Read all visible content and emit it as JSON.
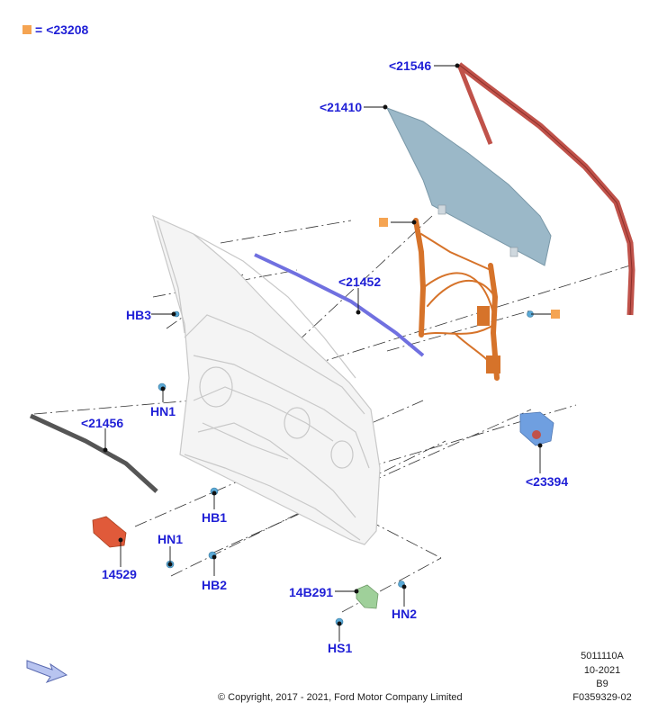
{
  "legend": {
    "symbol_color": "#f5a452",
    "equals": "=",
    "code": "<23208"
  },
  "colors": {
    "label": "#1f1fd6",
    "door_outline": "#c8c8c8",
    "glass": "#9bb8c8",
    "seal": "#c0524a",
    "regulator": "#d6732a",
    "belt_strip": "#7070e0",
    "motor": "#6f9fe0",
    "clip": "#5aa9d6",
    "connector": "#9fd09a",
    "bracket": "#e05a3a"
  },
  "labels": {
    "p21546": "<21546",
    "p21410": "<21410",
    "p21452": "<21452",
    "hb3": "HB3",
    "hn1_top": "HN1",
    "p21456": "<21456",
    "p23394": "<23394",
    "hb1": "HB1",
    "hn1_bottom": "HN1",
    "p14529": "14529",
    "hb2": "HB2",
    "p14b291": "14B291",
    "hn2": "HN2",
    "hs1": "HS1"
  },
  "meta": {
    "doc_number": "5011110A",
    "date": "10-2021",
    "revision": "B9",
    "figure_id": "F0359329-02",
    "copyright": "© Copyright, 2017 - 2021, Ford Motor Company Limited"
  },
  "icons": {
    "nav": "arrow-right-icon"
  }
}
